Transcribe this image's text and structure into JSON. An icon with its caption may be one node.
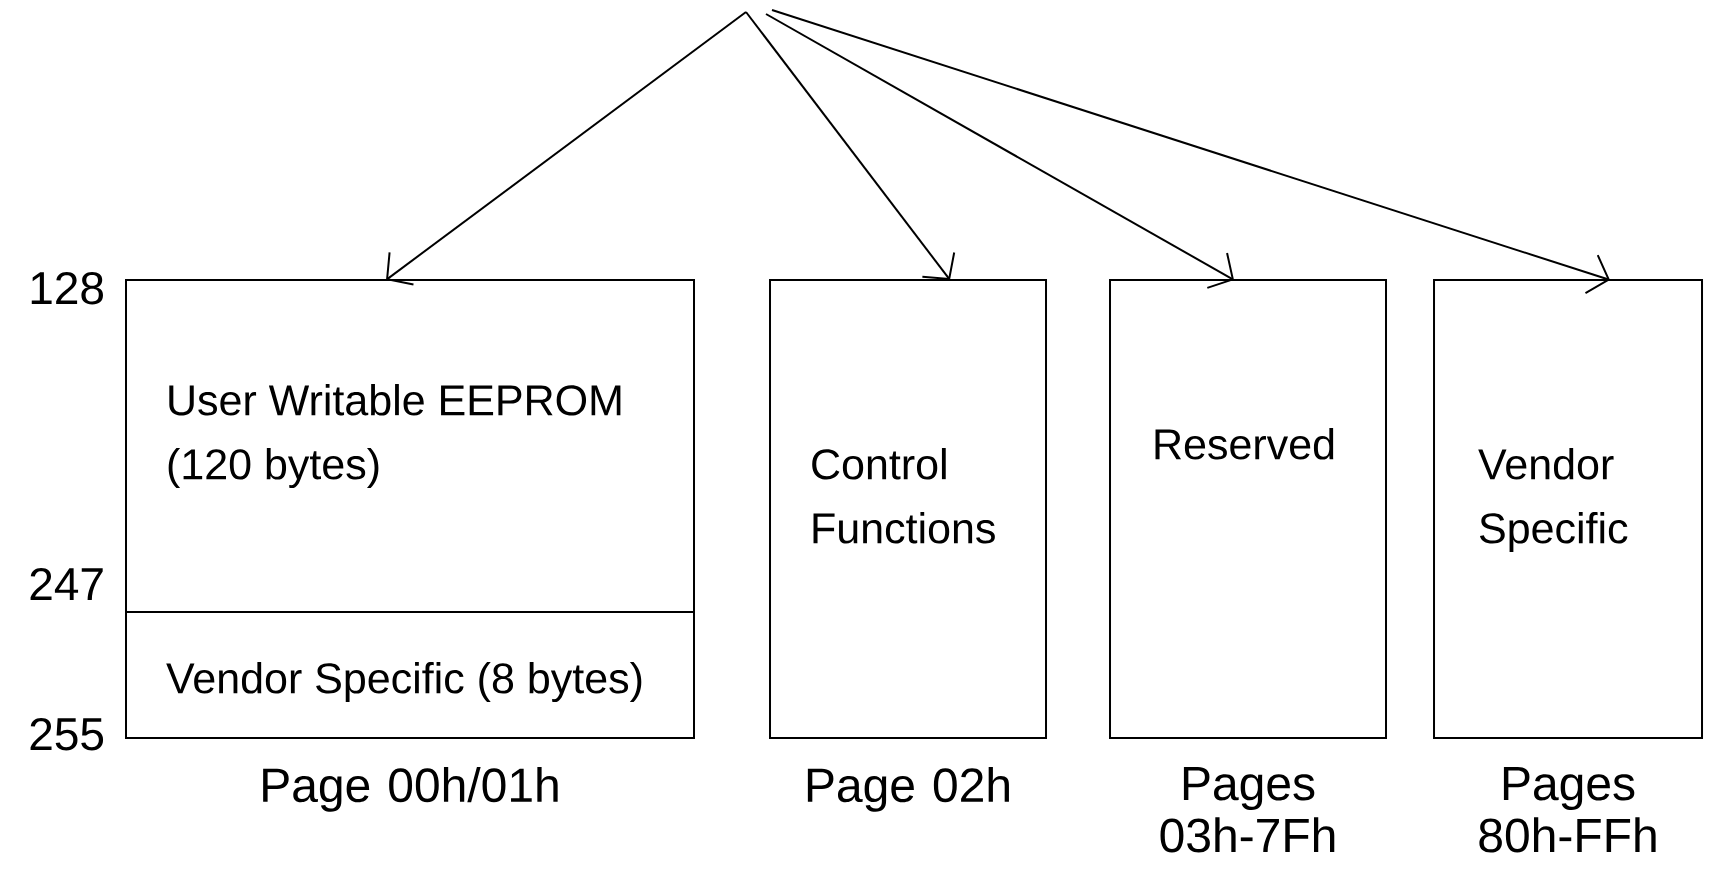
{
  "diagram": {
    "nodes": [
      {
        "text": [],
        "shape": "box",
        "beside": [
          "Page 00h/01h"
        ]
      },
      {
        "text": [
          "User Writable EEPROM (120 bytes)"
        ],
        "in": 0
      },
      {
        "text": [
          "Vendor Specific (8 bytes)"
        ],
        "in": 0
      },
      {
        "text": [
          "Control Functions"
        ],
        "beside": [
          "Page 02h"
        ]
      },
      {
        "text": [
          "Reserved"
        ],
        "beside": [
          "Pages 03h-7Fh"
        ]
      },
      {
        "text": [
          "Vendor Specific"
        ],
        "beside": [
          "Pages 80h-FFh"
        ]
      }
    ],
    "edges": [
      {
        "from": null,
        "to": 0,
        "arrow": "to"
      },
      {
        "from": null,
        "to": 3,
        "arrow": "to"
      },
      {
        "from": null,
        "to": 4,
        "arrow": "to"
      },
      {
        "from": null,
        "to": 5,
        "arrow": "to"
      }
    ],
    "labels": [
      "128",
      "247",
      "255"
    ]
  }
}
